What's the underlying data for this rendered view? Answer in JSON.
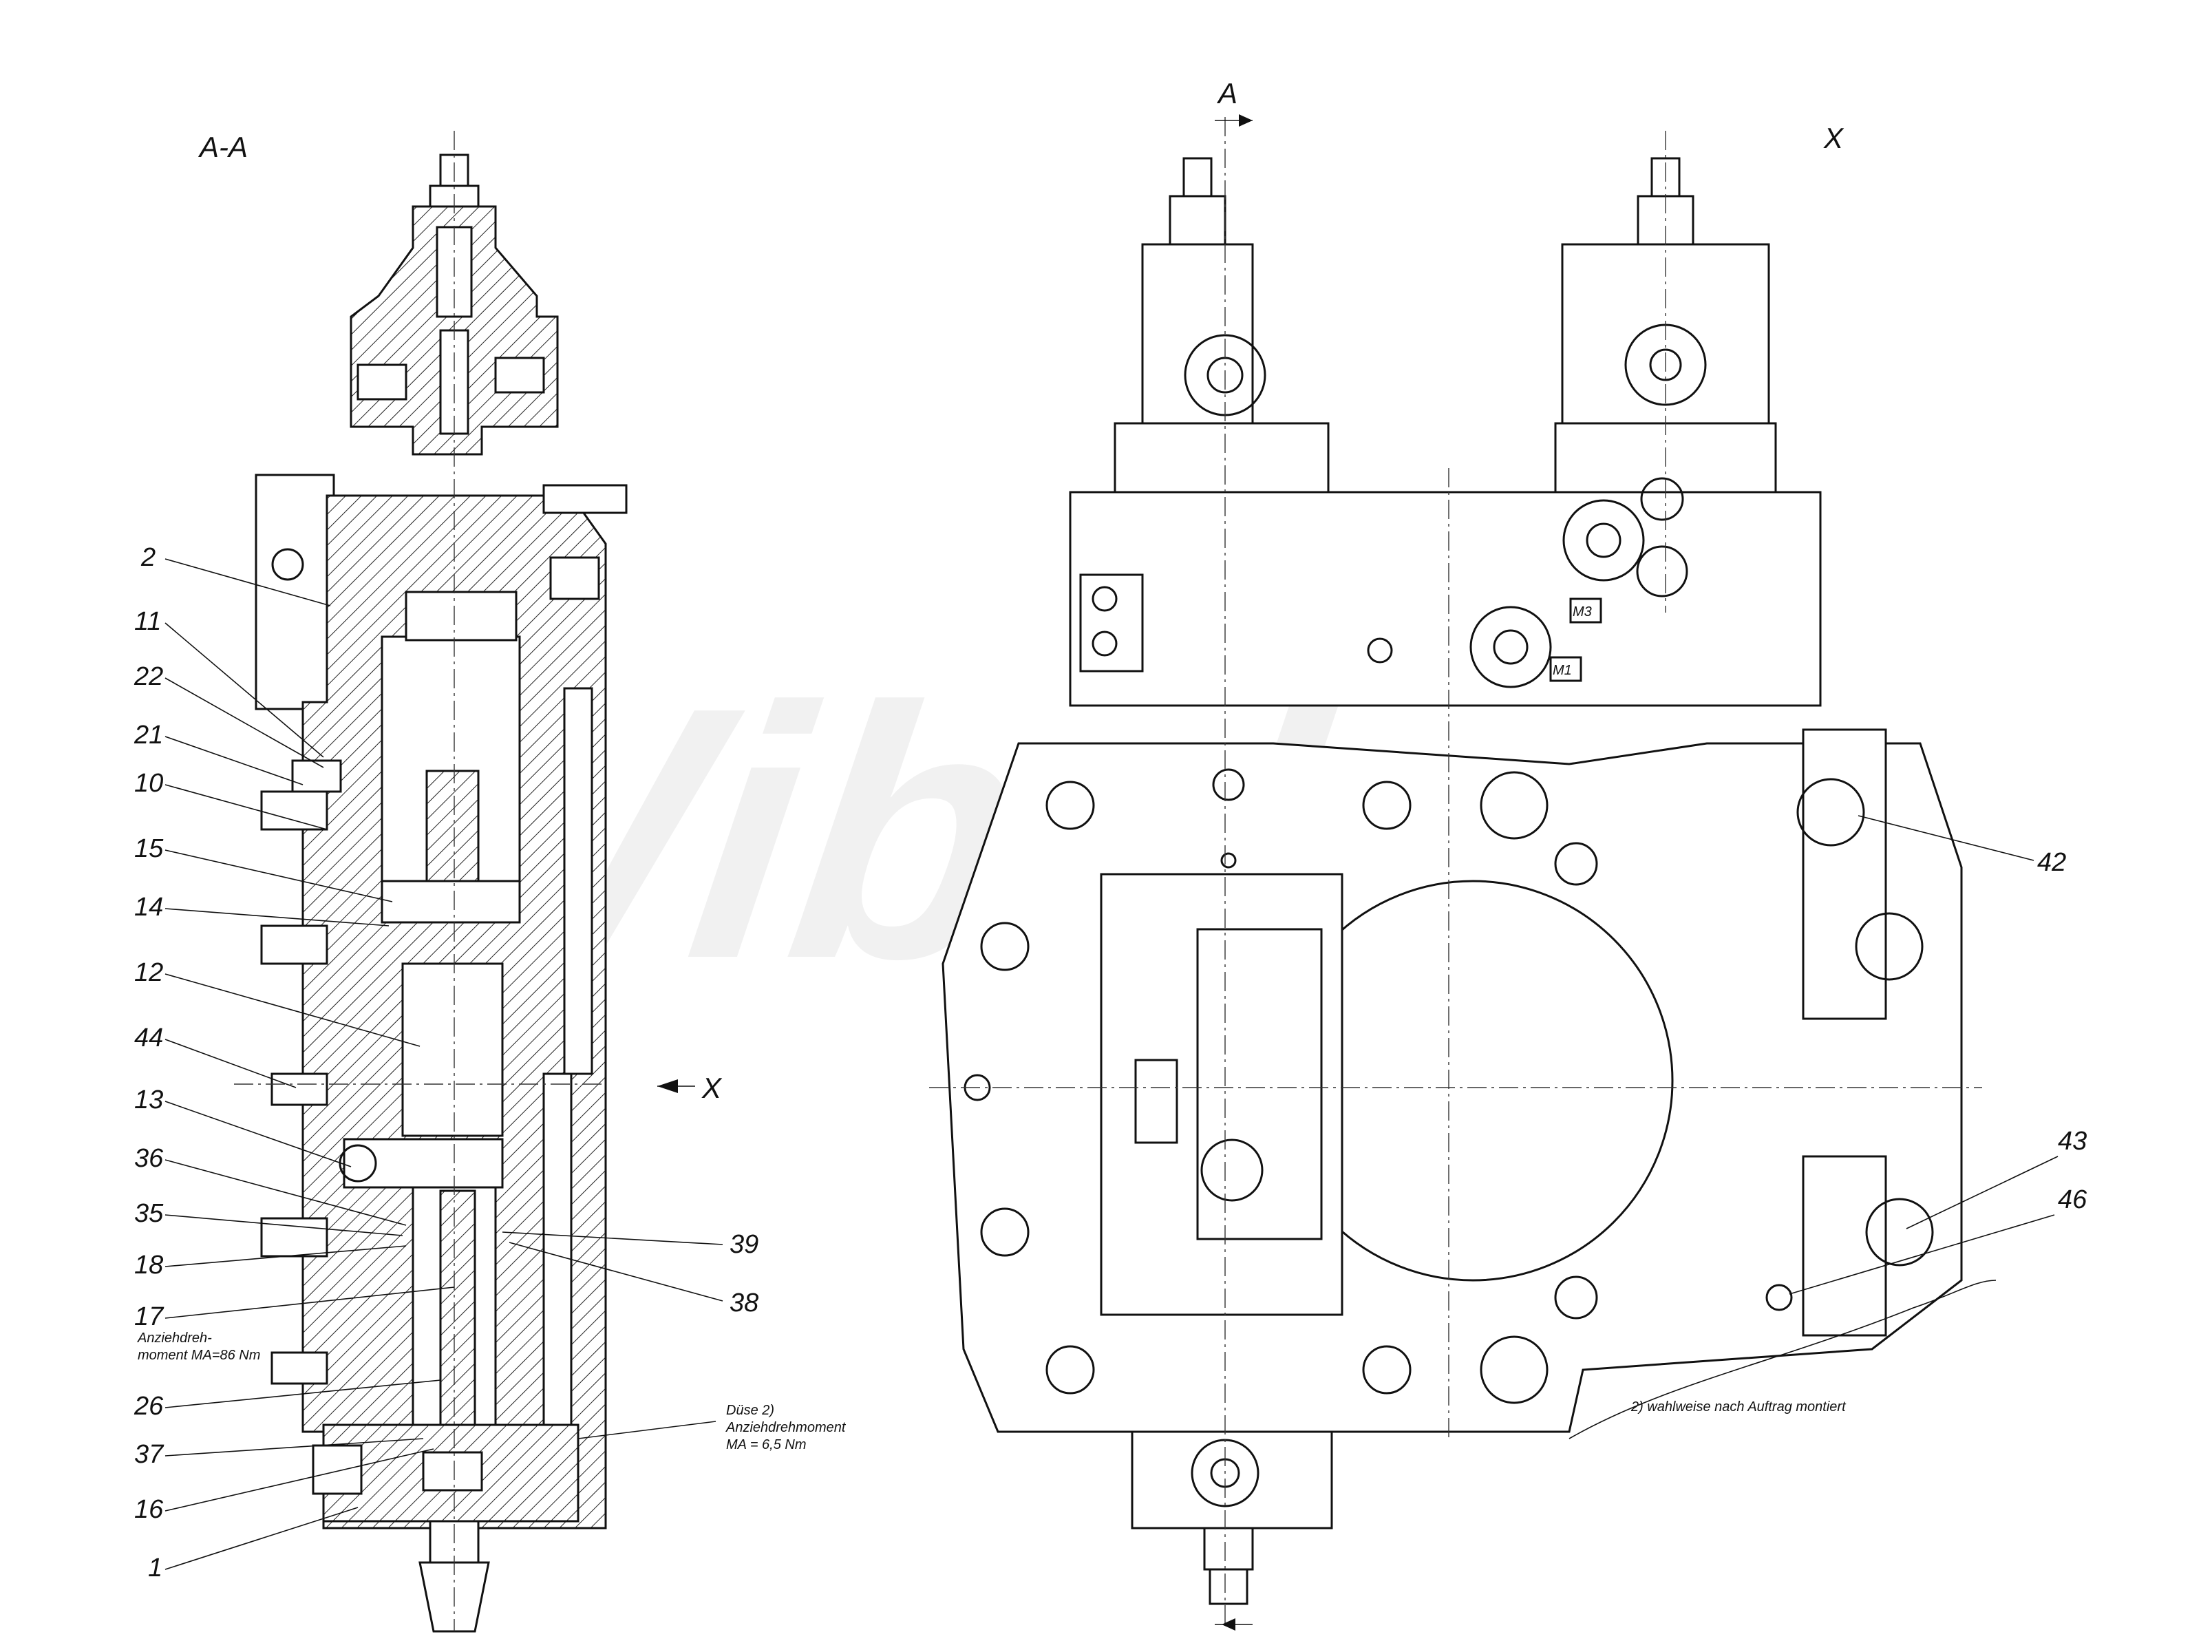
{
  "views": {
    "section_title": "A-A",
    "view_marker": "A",
    "view_x_title": "X",
    "x_arrow_label": "X"
  },
  "watermark": "Wibako",
  "callouts_left": [
    "2",
    "11",
    "22",
    "21",
    "10",
    "15",
    "14",
    "12",
    "44",
    "13",
    "36",
    "35",
    "18",
    "17",
    "26",
    "37",
    "16",
    "1"
  ],
  "callouts_right": [
    "39",
    "38",
    "42",
    "43",
    "46"
  ],
  "ports": [
    "M3",
    "M1"
  ],
  "notes": {
    "torque_line1": "Anziehdreh-",
    "torque_line2": "moment MA=86 Nm",
    "nozzle_line1": "Düse 2)",
    "nozzle_line2": "Anziehdrehmoment",
    "nozzle_line3": "MA = 6,5 Nm",
    "footnote": "2) wahlweise nach Auftrag montiert"
  }
}
